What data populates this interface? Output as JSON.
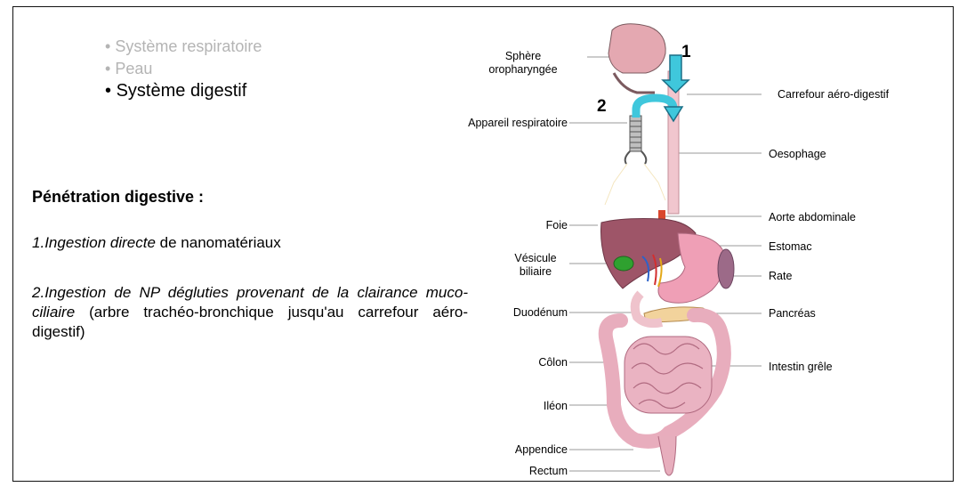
{
  "bullets": [
    {
      "marker": "•",
      "text": "Système respiratoire",
      "state": "dim"
    },
    {
      "marker": "•",
      "text": "Peau",
      "state": "dim"
    },
    {
      "marker": "•",
      "text": "Système digestif",
      "state": "active"
    }
  ],
  "section_title": "Pénétration digestive :",
  "item1": {
    "number": "1.",
    "italic": "Ingestion directe",
    "rest": " de nanomatériaux"
  },
  "item2": {
    "number": "2.",
    "italic_a": "Ingestion de NP dégluties provenant de la clairance muco-ciliaire",
    "rest": " (arbre trachéo-bronchique jusqu'au carrefour aéro-digestif)"
  },
  "diagram": {
    "arrow_numbers": [
      "1",
      "2"
    ],
    "labels_left": {
      "sphere_line1": "Sphère",
      "sphere_line2": "oropharyngée",
      "appareil_respiratoire": "Appareil respiratoire",
      "foie": "Foie",
      "vesicule_line1": "Vésicule",
      "vesicule_line2": "biliaire",
      "duodenum": "Duodénum",
      "colon": "Côlon",
      "ileon": "Iléon",
      "appendice": "Appendice",
      "rectum": "Rectum"
    },
    "labels_right": {
      "carrefour": "Carrefour aéro-digestif",
      "oesophage": "Oesophage",
      "aorte": "Aorte abdominale",
      "estomac": "Estomac",
      "rate": "Rate",
      "pancreas": "Pancréas",
      "intestin": "Intestin grêle"
    },
    "colors": {
      "arrow": "#39c4d8",
      "tissue": "#e7a9b4",
      "liver": "#9a4f63",
      "gallbladder": "#2f9e2f",
      "intestine": "#eab1c0",
      "stomach": "#ee9fb5"
    }
  }
}
